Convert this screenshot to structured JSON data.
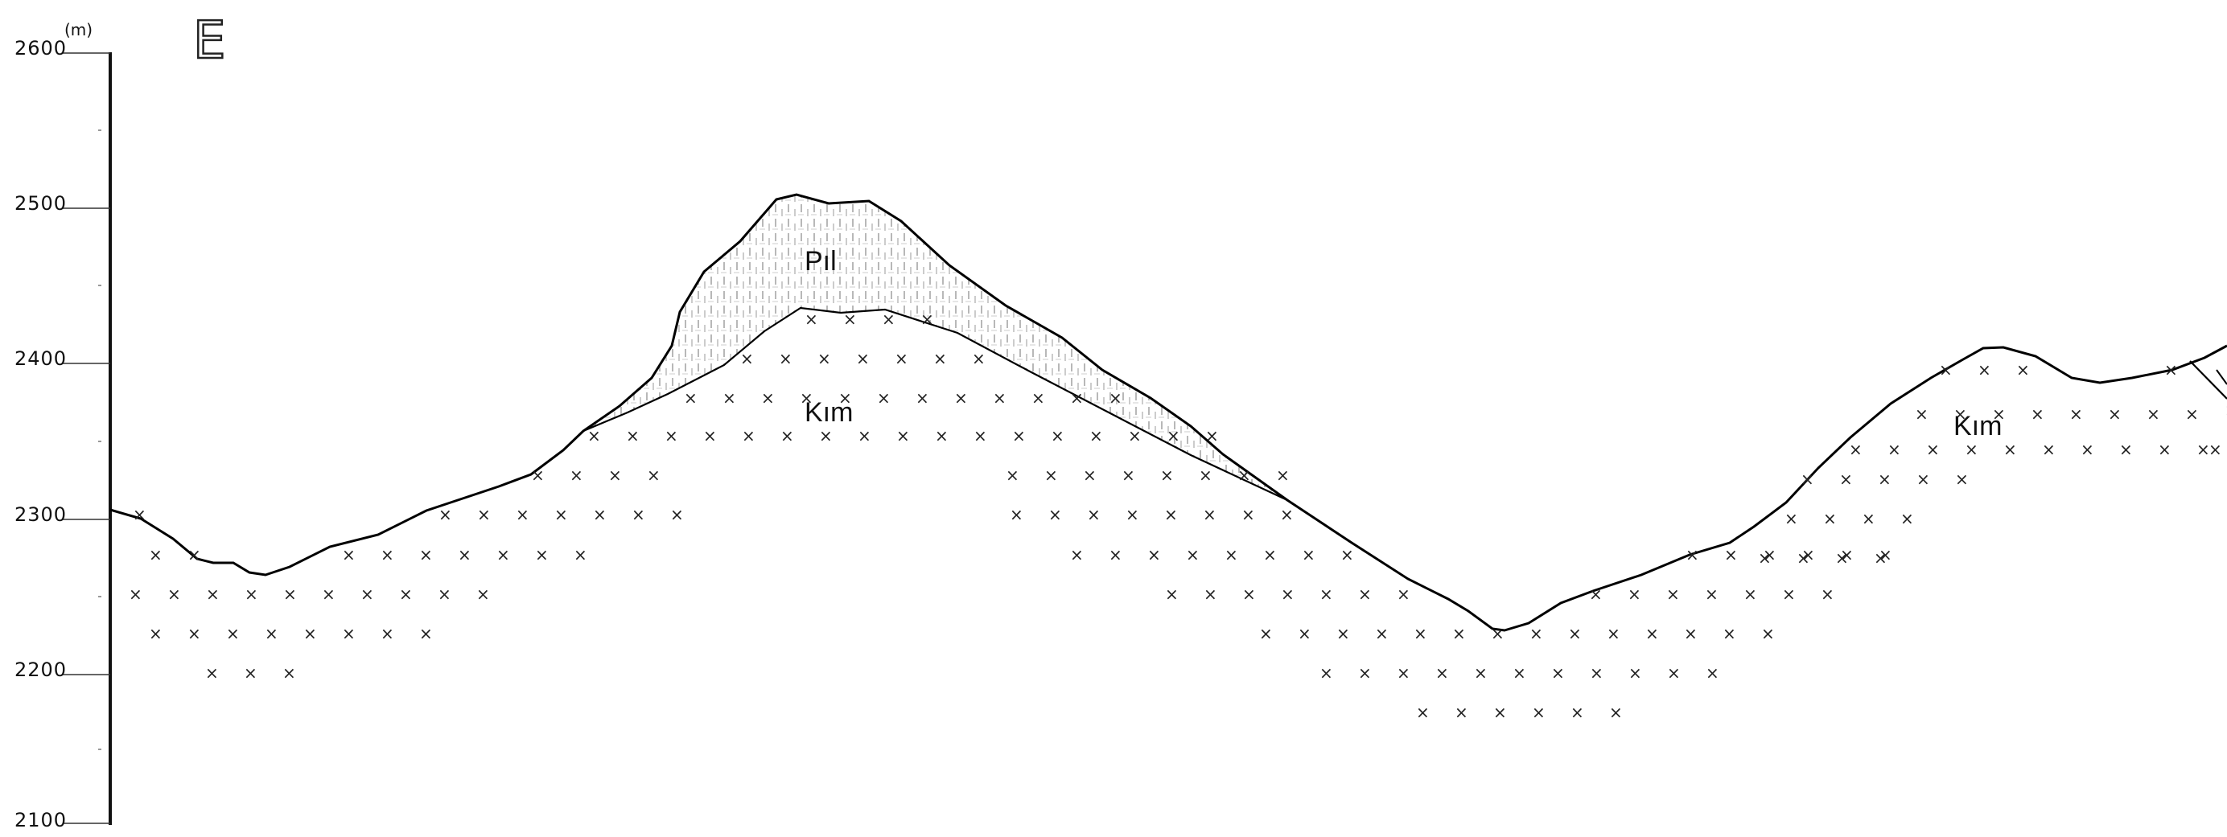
{
  "figure": {
    "direction_label": "E",
    "unit": "(m)",
    "elevation_ticks": [
      "2600",
      "2500",
      "2400",
      "2300",
      "2200",
      "2100"
    ],
    "units": [
      {
        "label": "Pıl",
        "pattern": "vertical-dash-hatch"
      },
      {
        "label": "Kım",
        "pattern": "x-marks"
      },
      {
        "label": "Kım",
        "pattern": "x-marks"
      }
    ]
  }
}
